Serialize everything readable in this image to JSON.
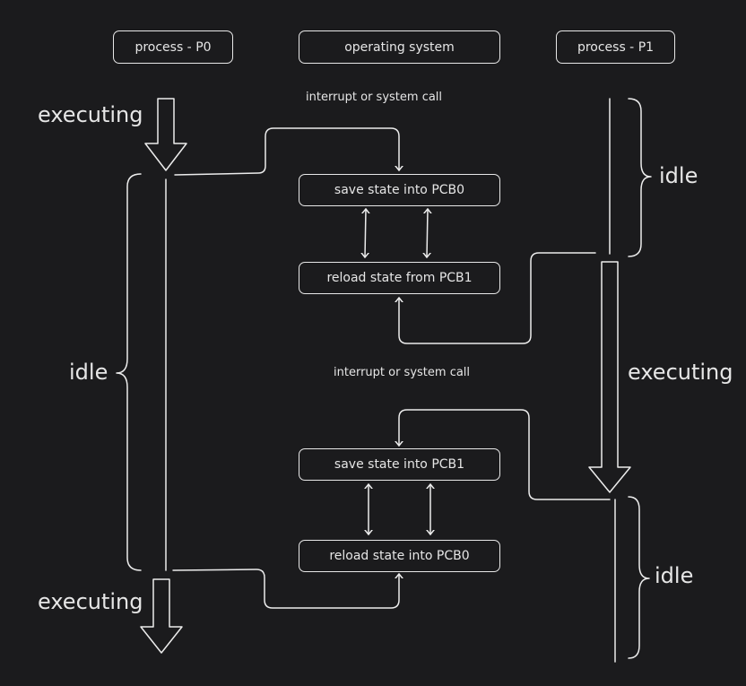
{
  "headers": {
    "p0": "process - P0",
    "os": "operating system",
    "p1": "process - P1"
  },
  "os_boxes": {
    "save_pcb0": "save state into PCB0",
    "reload_pcb1": "reload state from PCB1",
    "save_pcb1": "save state into PCB1",
    "reload_pcb0": "reload state into PCB0"
  },
  "transitions": {
    "first": "interrupt or system call",
    "second": "interrupt or system call"
  },
  "p0_states": {
    "executing_top": "executing",
    "idle": "idle",
    "executing_bottom": "executing"
  },
  "p1_states": {
    "idle_top": "idle",
    "executing": "executing",
    "idle_bottom": "idle"
  }
}
